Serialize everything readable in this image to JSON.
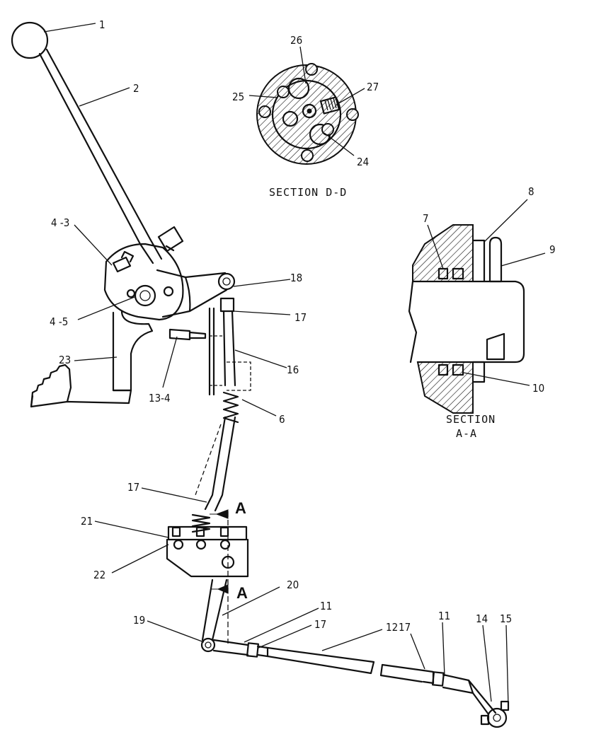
{
  "callouts": {
    "c1": "1",
    "c2": "2",
    "c4_3": "4 -3",
    "c4_5": "4 -5",
    "c23": "23",
    "c13_4": "13-4",
    "c18": "18",
    "c17_top": "17",
    "c16": "16",
    "c6": "6",
    "c17_mid": "17",
    "c21": "21",
    "c22": "22",
    "c20": "20",
    "c19": "19",
    "c11_a": "11",
    "c17_b": "17",
    "c12": "12",
    "c17_c": "17",
    "c11_b": "11",
    "c14": "14",
    "c15": "15",
    "c26": "26",
    "c25": "25",
    "c27": "27",
    "c24": "24",
    "c8": "8",
    "c7": "7",
    "c9": "9",
    "c10": "10"
  },
  "captions": {
    "section_dd": "SECTION D-D",
    "section_aa_line1": "SECTION",
    "section_aa_line2": "A-A"
  },
  "section_markers": {
    "a_upper": "A",
    "a_lower": "A"
  }
}
